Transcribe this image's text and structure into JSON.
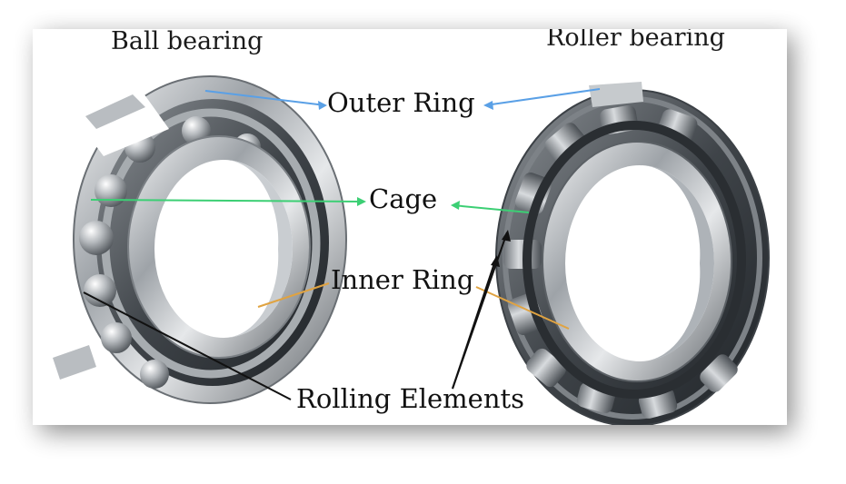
{
  "titles": {
    "ball": "Ball bearing",
    "roller": "Roller bearing"
  },
  "labels": {
    "outer_ring": "Outer Ring",
    "cage": "Cage",
    "inner_ring": "Inner Ring",
    "rolling_elements": "Rolling Elements"
  },
  "colors": {
    "outer_ring_leader": "#5aa0e6",
    "cage_leader": "#3ccf74",
    "inner_ring_leader": "#e0a341",
    "rolling_elements_leader": "#111111"
  }
}
